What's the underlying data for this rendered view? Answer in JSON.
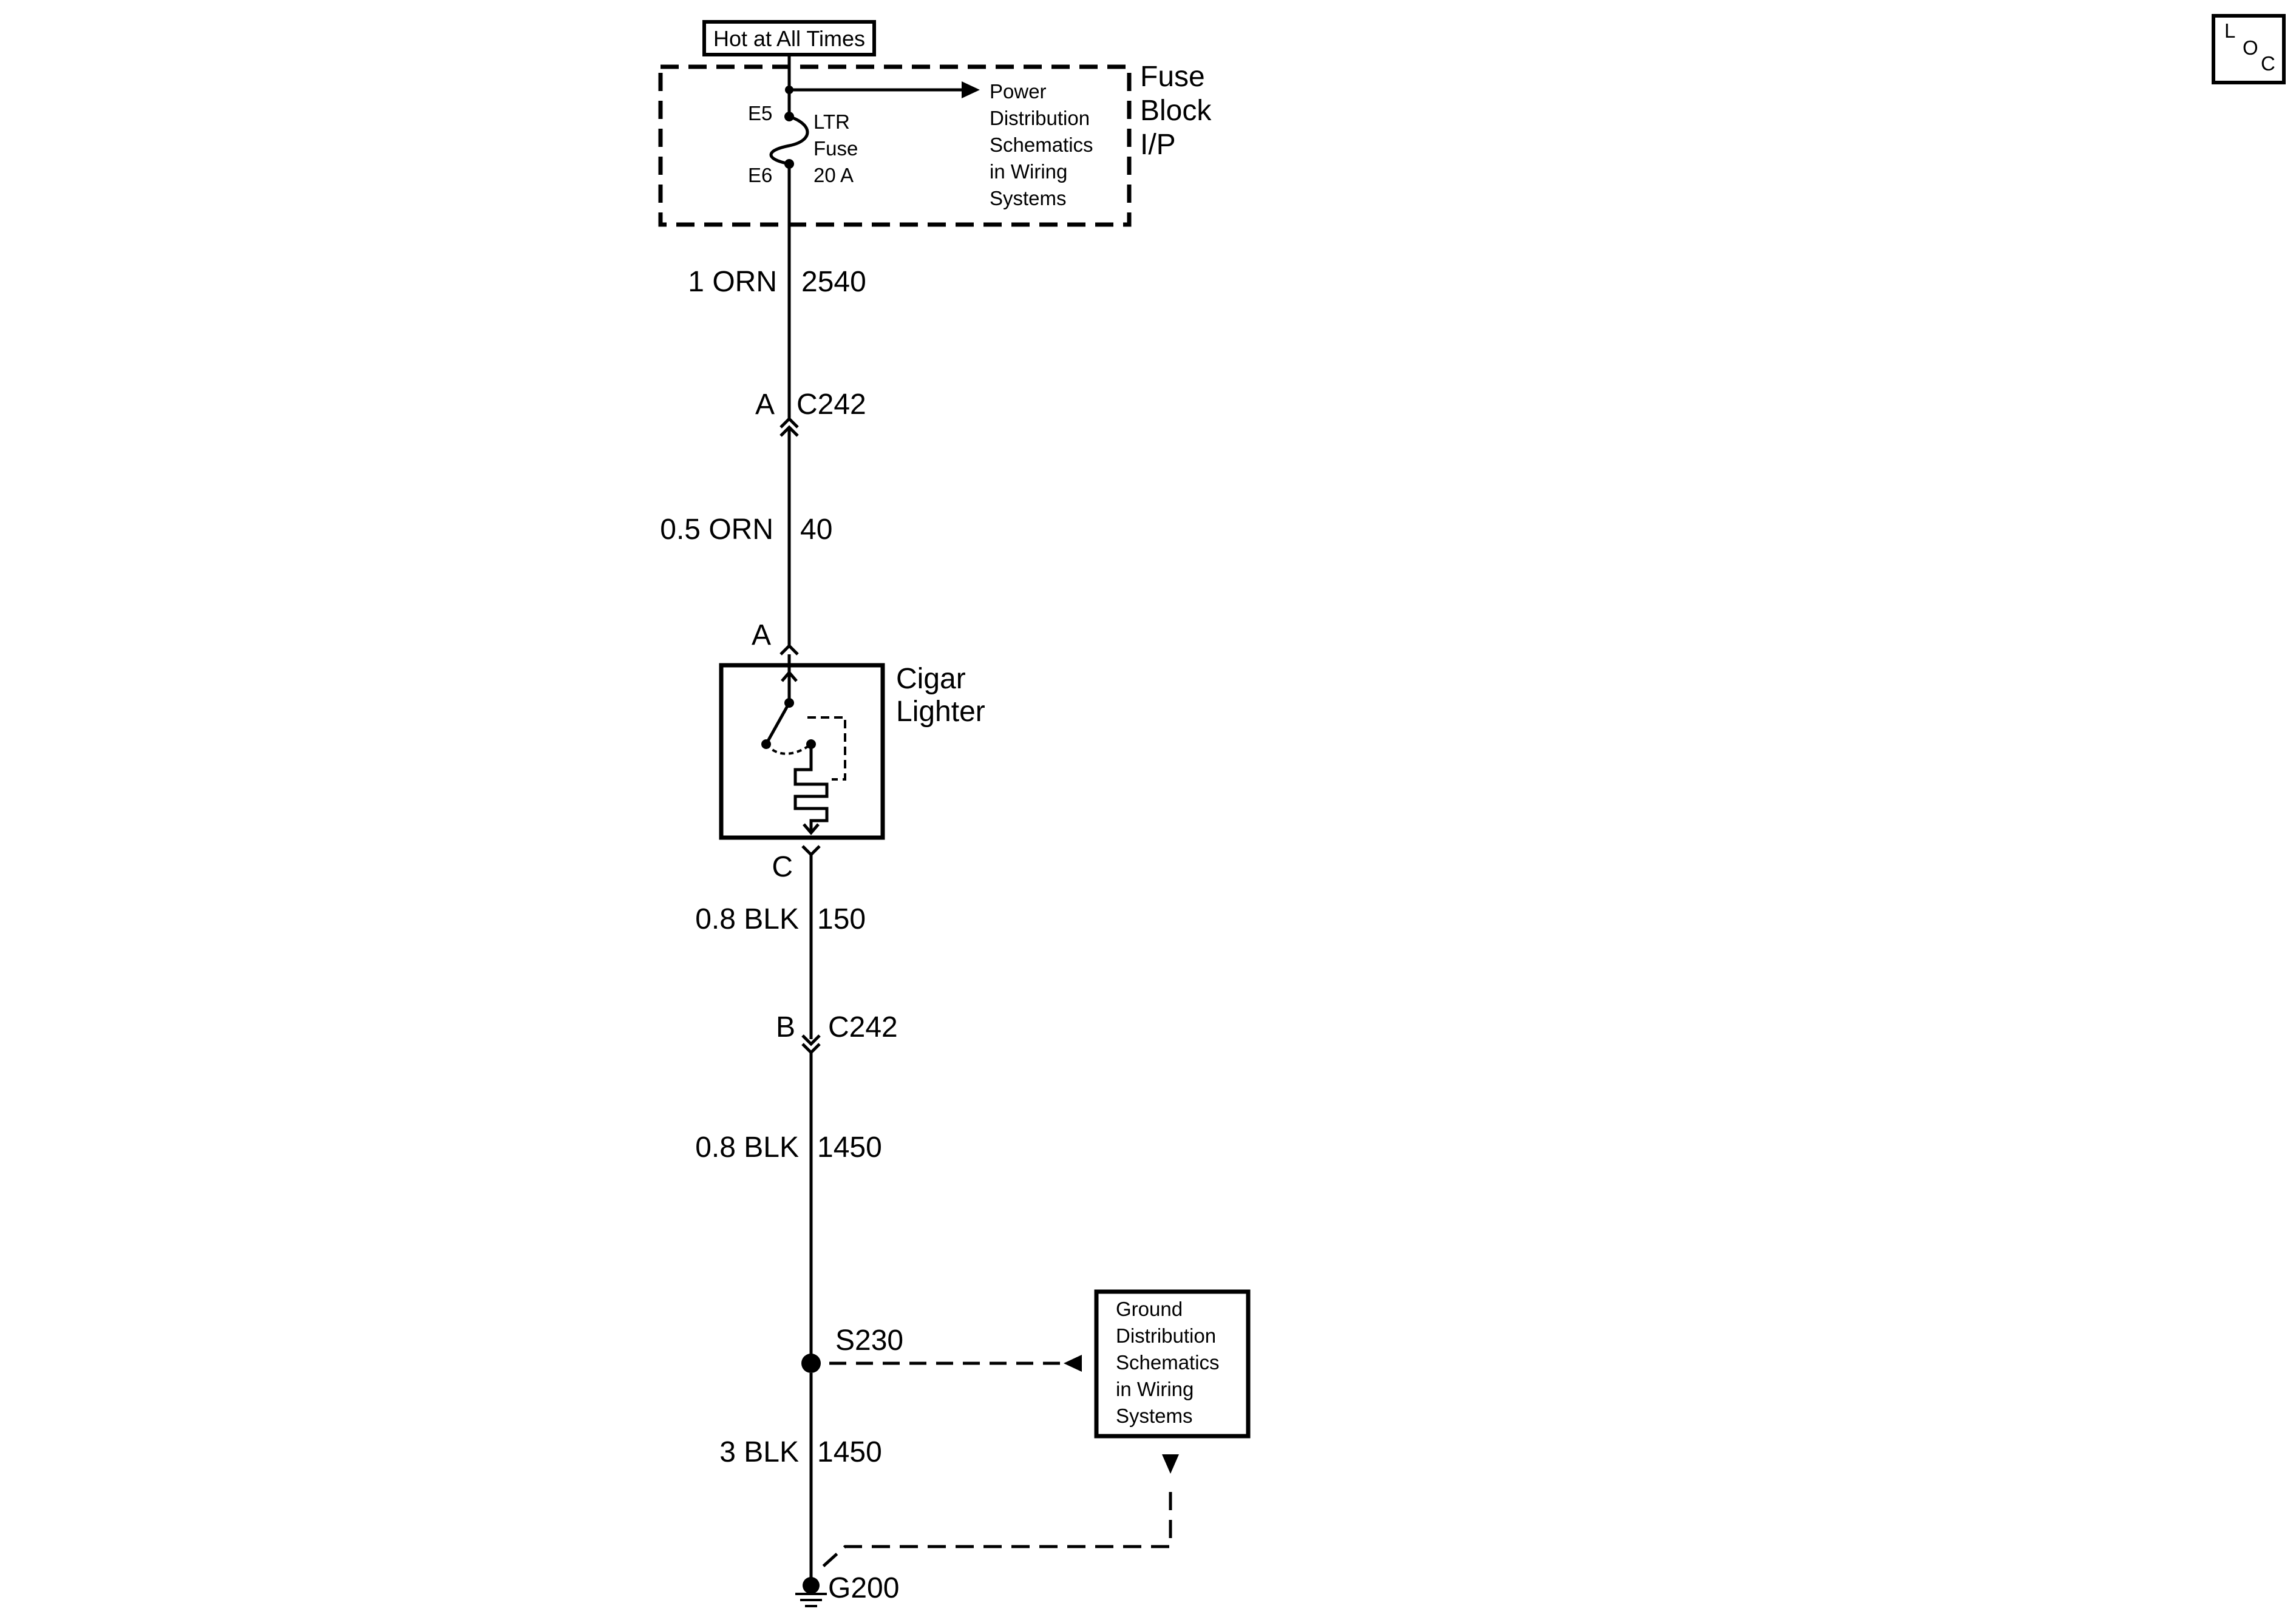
{
  "hot_label": "Hot at All Times",
  "fuse_block": {
    "name_line1": "Fuse",
    "name_line2": "Block",
    "name_line3": "I/P",
    "fuse_pin_top": "E5",
    "fuse_pin_bottom": "E6",
    "fuse_name": "LTR",
    "fuse_type": "Fuse",
    "fuse_rating": "20 A",
    "power_ref": [
      "Power",
      "Distribution",
      "Schematics",
      "in Wiring",
      "Systems"
    ]
  },
  "wires": [
    {
      "size_color": "1 ORN",
      "circuit": "2540"
    },
    {
      "size_color": "0.5 ORN",
      "circuit": "40"
    },
    {
      "size_color": "0.8 BLK",
      "circuit": "150"
    },
    {
      "size_color": "0.8 BLK",
      "circuit": "1450"
    },
    {
      "size_color": "3 BLK",
      "circuit": "1450"
    }
  ],
  "connectors": [
    {
      "pin": "A",
      "name": "C242"
    },
    {
      "pin": "B",
      "name": "C242"
    }
  ],
  "lighter": {
    "line1": "Cigar",
    "line2": "Lighter",
    "pin_in": "A",
    "pin_out": "C"
  },
  "splice": "S230",
  "ground": "G200",
  "ground_ref": [
    "Ground",
    "Distribution",
    "Schematics",
    "in Wiring",
    "Systems"
  ],
  "loc_badge": {
    "l": "L",
    "o": "O",
    "c": "C"
  }
}
